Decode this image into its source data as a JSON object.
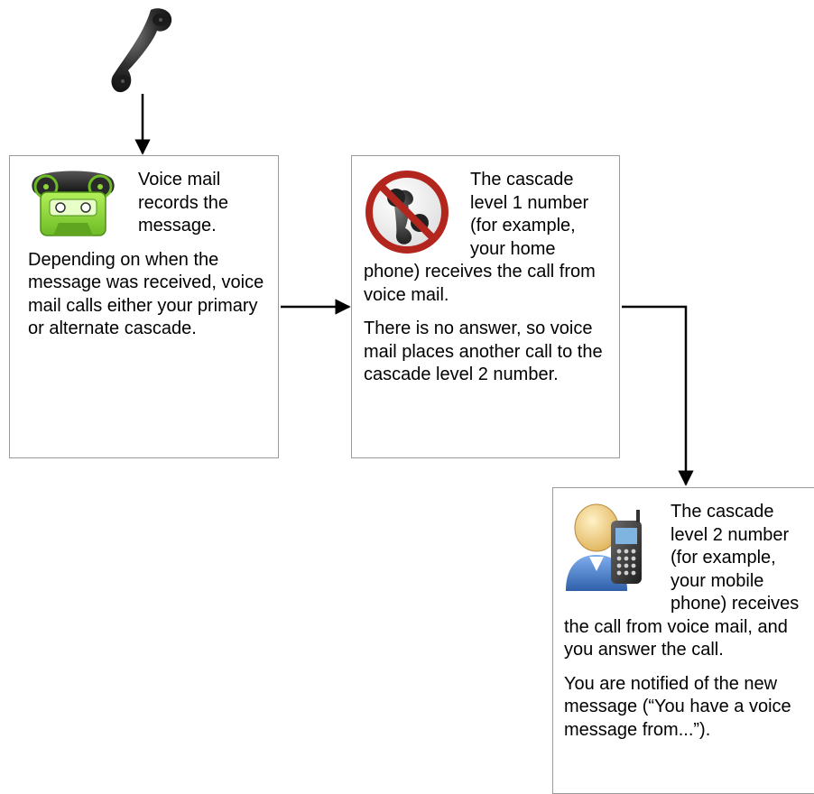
{
  "colors": {
    "box_border": "#9a9a9a",
    "connector": "#000000",
    "phone_dark": "#2b2b2b",
    "cassette_green": "#8fd43a",
    "prohibited_red": "#b3261e",
    "person_blue": "#3d6fb6",
    "mobile_screen": "#7fb4e0"
  },
  "icons": {
    "start": "phone-handset-icon",
    "box1": "voicemail-cassette-icon",
    "box2": "no-answer-phone-icon",
    "box3": "person-mobile-phone-icon"
  },
  "steps": [
    {
      "id": "voice-mail",
      "line1": "Voice mail records the message.",
      "line2": "Depending on when the message was received, voice mail calls either your primary or alternate cascade."
    },
    {
      "id": "cascade-level-1",
      "line1": "The cascade level 1 number (for example, your home phone) receives the call from voice mail.",
      "line2": "There is no answer, so voice mail places another call to the cascade level 2 number."
    },
    {
      "id": "cascade-level-2",
      "line1": "The cascade level 2 number (for example, your mobile phone) receives the call from voice mail, and you answer the call.",
      "line2": "You are notified of the new message (“You have a voice message from...”)."
    }
  ]
}
